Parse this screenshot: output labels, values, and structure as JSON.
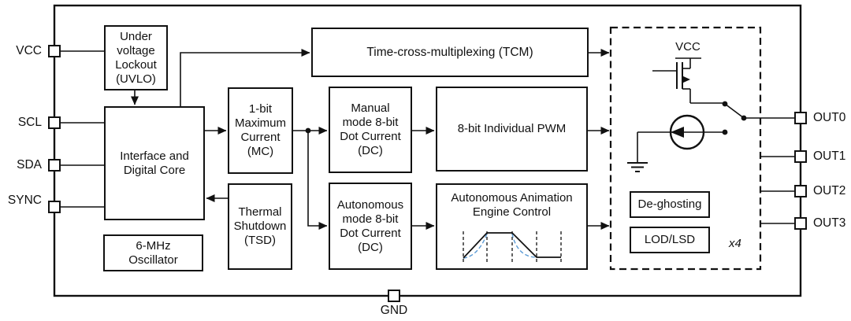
{
  "pins": {
    "left": [
      {
        "label": "VCC"
      },
      {
        "label": "SCL"
      },
      {
        "label": "SDA"
      },
      {
        "label": "SYNC"
      }
    ],
    "right": [
      {
        "label": "OUT0"
      },
      {
        "label": "OUT1"
      },
      {
        "label": "OUT2"
      },
      {
        "label": "OUT3"
      }
    ],
    "bottom": [
      {
        "label": "GND"
      }
    ]
  },
  "blocks": {
    "uvlo": "Under\nvoltage\nLockout\n(UVLO)",
    "interface": "Interface and\nDigital Core",
    "oscillator": "6-MHz\nOscillator",
    "tcm": "Time-cross-multiplexing (TCM)",
    "mc": "1-bit\nMaximum\nCurrent\n(MC)",
    "tsd": "Thermal\nShutdown\n(TSD)",
    "manual_dc": "Manual\nmode 8-bit\nDot Current\n(DC)",
    "auto_dc": "Autonomous\nmode 8-bit\nDot Current\n(DC)",
    "pwm": "8-bit Individual PWM",
    "aaec": "Autonomous Animation\nEngine Control",
    "deghosting": "De-ghosting",
    "lod_lsd": "LOD/LSD"
  },
  "output_stage": {
    "rail_label": "VCC",
    "multiplier": "x4"
  },
  "colors": {
    "line": "#111111",
    "waveform_accent": "#5b9bd5"
  }
}
